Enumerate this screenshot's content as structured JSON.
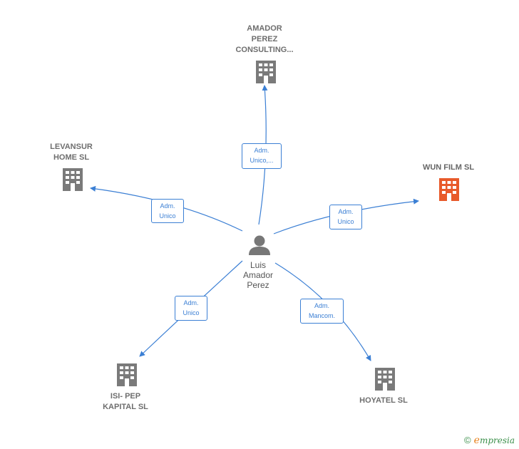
{
  "colors": {
    "edge": "#3b7fd4",
    "company_icon": "#7a7a7a",
    "highlight_icon": "#e85a2a",
    "person_icon": "#777777"
  },
  "center": {
    "name_lines": [
      "Luis",
      "Amador",
      "Perez"
    ],
    "icon": "person-icon"
  },
  "companies": {
    "amador": {
      "lines": [
        "AMADOR",
        "PEREZ",
        "CONSULTING..."
      ],
      "icon": "building-icon"
    },
    "levansur": {
      "lines": [
        "LEVANSUR",
        "HOME  SL"
      ],
      "icon": "building-icon"
    },
    "wun": {
      "lines": [
        "WUN FILM  SL"
      ],
      "icon": "building-icon",
      "highlighted": true
    },
    "isi": {
      "lines": [
        "ISI- PEP",
        "KAPITAL  SL"
      ],
      "icon": "building-icon"
    },
    "hoyatel": {
      "lines": [
        "HOYATEL  SL"
      ],
      "icon": "building-icon"
    }
  },
  "edges": {
    "amador": {
      "lines": [
        "Adm.",
        "Unico,..."
      ]
    },
    "levansur": {
      "lines": [
        "Adm.",
        "Unico"
      ]
    },
    "wun": {
      "lines": [
        "Adm.",
        "Unico"
      ]
    },
    "isi": {
      "lines": [
        "Adm.",
        "Unico"
      ]
    },
    "hoyatel": {
      "lines": [
        "Adm.",
        "Mancom."
      ]
    }
  },
  "brand": {
    "copyright": "©",
    "e": "e",
    "rest": "mpresia"
  }
}
